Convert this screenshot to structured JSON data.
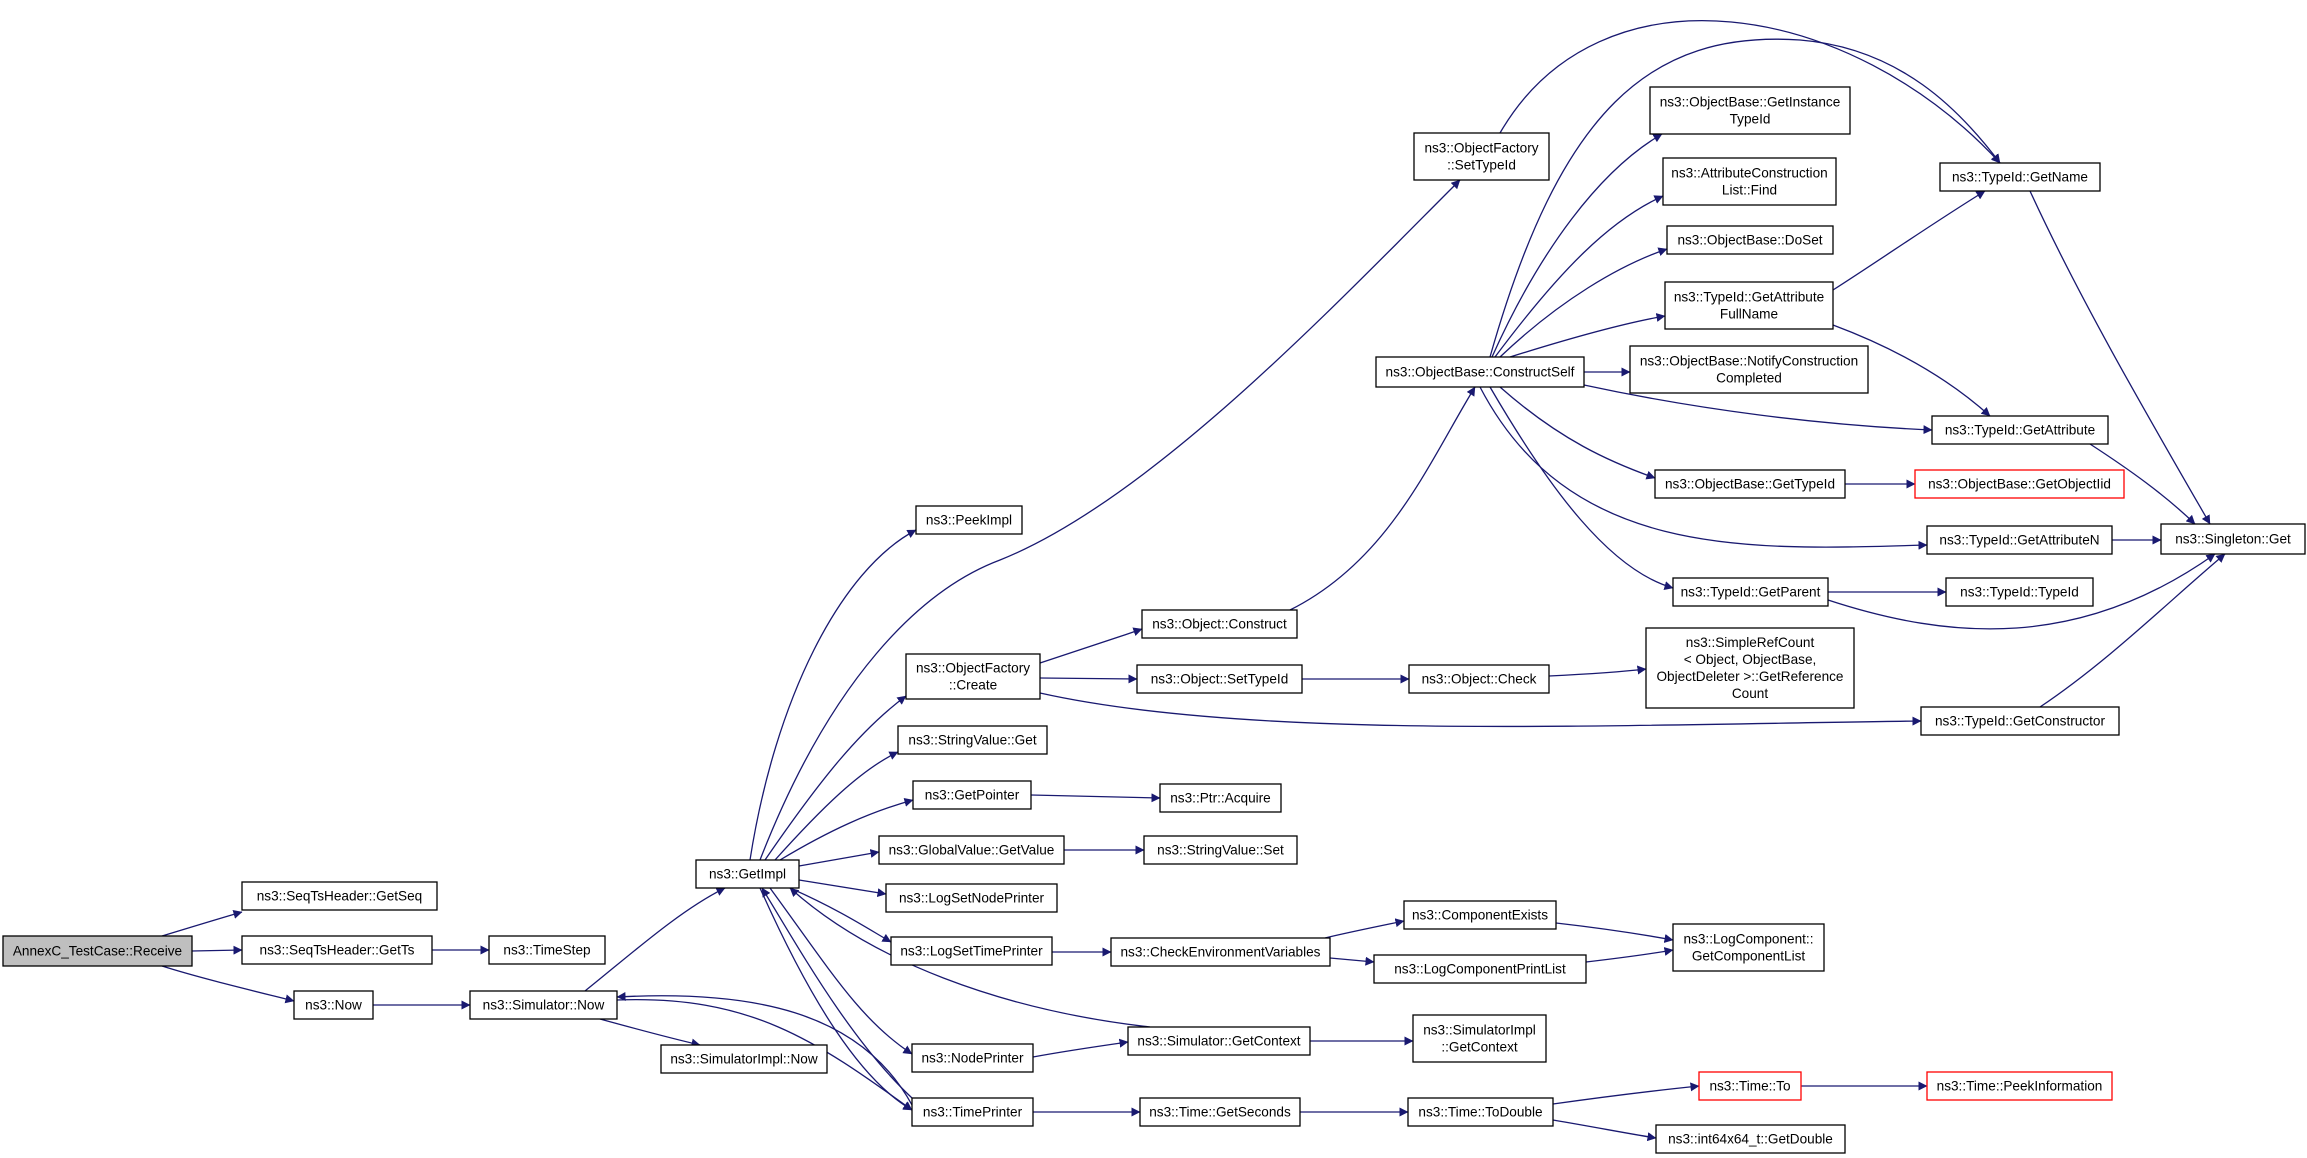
{
  "colors": {
    "background": "#ffffff",
    "edge": "#191970",
    "node_border": "#000000",
    "node_fill": "#ffffff",
    "root_fill": "#bfbfbf",
    "undocumented_border": "#ff0000",
    "text": "#000000"
  },
  "graph": {
    "nodes": [
      {
        "id": "receive",
        "label": [
          "AnnexC_TestCase::Receive"
        ],
        "style": "root"
      },
      {
        "id": "getseq",
        "label": [
          "ns3::SeqTsHeader::GetSeq"
        ],
        "style": "normal"
      },
      {
        "id": "getts",
        "label": [
          "ns3::SeqTsHeader::GetTs"
        ],
        "style": "normal"
      },
      {
        "id": "timestep",
        "label": [
          "ns3::TimeStep"
        ],
        "style": "normal"
      },
      {
        "id": "now",
        "label": [
          "ns3::Now"
        ],
        "style": "normal"
      },
      {
        "id": "simnow",
        "label": [
          "ns3::Simulator::Now"
        ],
        "style": "normal"
      },
      {
        "id": "simimplnow",
        "label": [
          "ns3::SimulatorImpl::Now"
        ],
        "style": "normal"
      },
      {
        "id": "getimpl",
        "label": [
          "ns3::GetImpl"
        ],
        "style": "normal"
      },
      {
        "id": "peekimpl",
        "label": [
          "ns3::PeekImpl"
        ],
        "style": "normal"
      },
      {
        "id": "ofcreate",
        "label": [
          "ns3::ObjectFactory",
          "::Create"
        ],
        "style": "normal"
      },
      {
        "id": "strget",
        "label": [
          "ns3::StringValue::Get"
        ],
        "style": "normal"
      },
      {
        "id": "getpointer",
        "label": [
          "ns3::GetPointer"
        ],
        "style": "normal"
      },
      {
        "id": "gvgetvalue",
        "label": [
          "ns3::GlobalValue::GetValue"
        ],
        "style": "normal"
      },
      {
        "id": "logsetnode",
        "label": [
          "ns3::LogSetNodePrinter"
        ],
        "style": "normal"
      },
      {
        "id": "logsettime",
        "label": [
          "ns3::LogSetTimePrinter"
        ],
        "style": "normal"
      },
      {
        "id": "nodeprinter",
        "label": [
          "ns3::NodePrinter"
        ],
        "style": "normal"
      },
      {
        "id": "timeprinter",
        "label": [
          "ns3::TimePrinter"
        ],
        "style": "normal"
      },
      {
        "id": "ofsettypeid",
        "label": [
          "ns3::ObjectFactory",
          "::SetTypeId"
        ],
        "style": "normal"
      },
      {
        "id": "objconstruct",
        "label": [
          "ns3::Object::Construct"
        ],
        "style": "normal"
      },
      {
        "id": "objsettypeid",
        "label": [
          "ns3::Object::SetTypeId"
        ],
        "style": "normal"
      },
      {
        "id": "ptracquire",
        "label": [
          "ns3::Ptr::Acquire"
        ],
        "style": "normal"
      },
      {
        "id": "strset",
        "label": [
          "ns3::StringValue::Set"
        ],
        "style": "normal"
      },
      {
        "id": "checkenv",
        "label": [
          "ns3::CheckEnvironmentVariables"
        ],
        "style": "normal"
      },
      {
        "id": "simgetctx",
        "label": [
          "ns3::Simulator::GetContext"
        ],
        "style": "normal"
      },
      {
        "id": "timegetsec",
        "label": [
          "ns3::Time::GetSeconds"
        ],
        "style": "normal"
      },
      {
        "id": "obconstructself",
        "label": [
          "ns3::ObjectBase::ConstructSelf"
        ],
        "style": "normal"
      },
      {
        "id": "objcheck",
        "label": [
          "ns3::Object::Check"
        ],
        "style": "normal"
      },
      {
        "id": "compexists",
        "label": [
          "ns3::ComponentExists"
        ],
        "style": "normal"
      },
      {
        "id": "logcompprint",
        "label": [
          "ns3::LogComponentPrintList"
        ],
        "style": "normal"
      },
      {
        "id": "simimplctx",
        "label": [
          "ns3::SimulatorImpl",
          "::GetContext"
        ],
        "style": "normal"
      },
      {
        "id": "timetodouble",
        "label": [
          "ns3::Time::ToDouble"
        ],
        "style": "normal"
      },
      {
        "id": "obgetinstance",
        "label": [
          "ns3::ObjectBase::GetInstance",
          "TypeId"
        ],
        "style": "normal"
      },
      {
        "id": "attrfind",
        "label": [
          "ns3::AttributeConstruction",
          "List::Find"
        ],
        "style": "normal"
      },
      {
        "id": "obdoset",
        "label": [
          "ns3::ObjectBase::DoSet"
        ],
        "style": "normal"
      },
      {
        "id": "tigetattrfull",
        "label": [
          "ns3::TypeId::GetAttribute",
          "FullName"
        ],
        "style": "normal"
      },
      {
        "id": "obnotify",
        "label": [
          "ns3::ObjectBase::NotifyConstruction",
          "Completed"
        ],
        "style": "normal"
      },
      {
        "id": "obgettypeid",
        "label": [
          "ns3::ObjectBase::GetTypeId"
        ],
        "style": "normal"
      },
      {
        "id": "tigetparent",
        "label": [
          "ns3::TypeId::GetParent"
        ],
        "style": "normal"
      },
      {
        "id": "simplerefcount",
        "label": [
          "ns3::SimpleRefCount",
          "< Object, ObjectBase,",
          "ObjectDeleter >::GetReference",
          "Count"
        ],
        "style": "normal"
      },
      {
        "id": "logcompgetlist",
        "label": [
          "ns3::LogComponent::",
          "GetComponentList"
        ],
        "style": "normal"
      },
      {
        "id": "timeto",
        "label": [
          "ns3::Time::To"
        ],
        "style": "undocumented"
      },
      {
        "id": "int64getdouble",
        "label": [
          "ns3::int64x64_t::GetDouble"
        ],
        "style": "normal"
      },
      {
        "id": "tigetname",
        "label": [
          "ns3::TypeId::GetName"
        ],
        "style": "normal"
      },
      {
        "id": "tigetattr",
        "label": [
          "ns3::TypeId::GetAttribute"
        ],
        "style": "normal"
      },
      {
        "id": "obgetobjectiid",
        "label": [
          "ns3::ObjectBase::GetObjectIid"
        ],
        "style": "undocumented"
      },
      {
        "id": "tigetattrn",
        "label": [
          "ns3::TypeId::GetAttributeN"
        ],
        "style": "normal"
      },
      {
        "id": "titypeid",
        "label": [
          "ns3::TypeId::TypeId"
        ],
        "style": "normal"
      },
      {
        "id": "tigetconstructor",
        "label": [
          "ns3::TypeId::GetConstructor"
        ],
        "style": "normal"
      },
      {
        "id": "timepeekinfo",
        "label": [
          "ns3::Time::PeekInformation"
        ],
        "style": "undocumented"
      },
      {
        "id": "singletonget",
        "label": [
          "ns3::Singleton::Get"
        ],
        "style": "normal"
      }
    ],
    "edges": [
      {
        "from": "receive",
        "to": "getseq"
      },
      {
        "from": "receive",
        "to": "getts"
      },
      {
        "from": "receive",
        "to": "now"
      },
      {
        "from": "getts",
        "to": "timestep"
      },
      {
        "from": "now",
        "to": "simnow"
      },
      {
        "from": "simnow",
        "to": "getimpl"
      },
      {
        "from": "simnow",
        "to": "simimplnow"
      },
      {
        "from": "simnow",
        "to": "timeprinter"
      },
      {
        "from": "timeprinter",
        "to": "simnow"
      },
      {
        "from": "getimpl",
        "to": "peekimpl"
      },
      {
        "from": "getimpl",
        "to": "ofsettypeid"
      },
      {
        "from": "getimpl",
        "to": "ofcreate"
      },
      {
        "from": "getimpl",
        "to": "strget"
      },
      {
        "from": "getimpl",
        "to": "getpointer"
      },
      {
        "from": "getimpl",
        "to": "gvgetvalue"
      },
      {
        "from": "getimpl",
        "to": "logsetnode"
      },
      {
        "from": "getimpl",
        "to": "logsettime"
      },
      {
        "from": "getimpl",
        "to": "nodeprinter"
      },
      {
        "from": "getimpl",
        "to": "timeprinter"
      },
      {
        "from": "simgetctx",
        "to": "getimpl"
      },
      {
        "from": "timeprinter",
        "to": "getimpl"
      },
      {
        "from": "ofsettypeid",
        "to": "tigetname"
      },
      {
        "from": "ofcreate",
        "to": "objconstruct"
      },
      {
        "from": "ofcreate",
        "to": "objsettypeid"
      },
      {
        "from": "ofcreate",
        "to": "tigetconstructor"
      },
      {
        "from": "getpointer",
        "to": "ptracquire"
      },
      {
        "from": "gvgetvalue",
        "to": "strset"
      },
      {
        "from": "logsettime",
        "to": "checkenv"
      },
      {
        "from": "nodeprinter",
        "to": "simgetctx"
      },
      {
        "from": "timeprinter",
        "to": "timegetsec"
      },
      {
        "from": "objconstruct",
        "to": "obconstructself"
      },
      {
        "from": "objsettypeid",
        "to": "objcheck"
      },
      {
        "from": "objcheck",
        "to": "simplerefcount"
      },
      {
        "from": "checkenv",
        "to": "compexists"
      },
      {
        "from": "checkenv",
        "to": "logcompprint"
      },
      {
        "from": "compexists",
        "to": "logcompgetlist"
      },
      {
        "from": "logcompprint",
        "to": "logcompgetlist"
      },
      {
        "from": "simgetctx",
        "to": "simimplctx"
      },
      {
        "from": "timegetsec",
        "to": "timetodouble"
      },
      {
        "from": "timetodouble",
        "to": "timeto"
      },
      {
        "from": "timetodouble",
        "to": "int64getdouble"
      },
      {
        "from": "timeto",
        "to": "timepeekinfo"
      },
      {
        "from": "obconstructself",
        "to": "tigetname"
      },
      {
        "from": "obconstructself",
        "to": "obgetinstance"
      },
      {
        "from": "obconstructself",
        "to": "attrfind"
      },
      {
        "from": "obconstructself",
        "to": "obdoset"
      },
      {
        "from": "obconstructself",
        "to": "tigetattrfull"
      },
      {
        "from": "obconstructself",
        "to": "obnotify"
      },
      {
        "from": "obconstructself",
        "to": "tigetattr"
      },
      {
        "from": "obconstructself",
        "to": "obgettypeid"
      },
      {
        "from": "obconstructself",
        "to": "tigetattrn"
      },
      {
        "from": "obconstructself",
        "to": "tigetparent"
      },
      {
        "from": "tigetattrfull",
        "to": "tigetname"
      },
      {
        "from": "tigetattrfull",
        "to": "tigetattr"
      },
      {
        "from": "obgettypeid",
        "to": "obgetobjectiid"
      },
      {
        "from": "tigetparent",
        "to": "titypeid"
      },
      {
        "from": "tigetparent",
        "to": "singletonget"
      },
      {
        "from": "tigetname",
        "to": "singletonget"
      },
      {
        "from": "tigetattr",
        "to": "singletonget"
      },
      {
        "from": "tigetattrn",
        "to": "singletonget"
      },
      {
        "from": "tigetconstructor",
        "to": "singletonget"
      }
    ]
  }
}
